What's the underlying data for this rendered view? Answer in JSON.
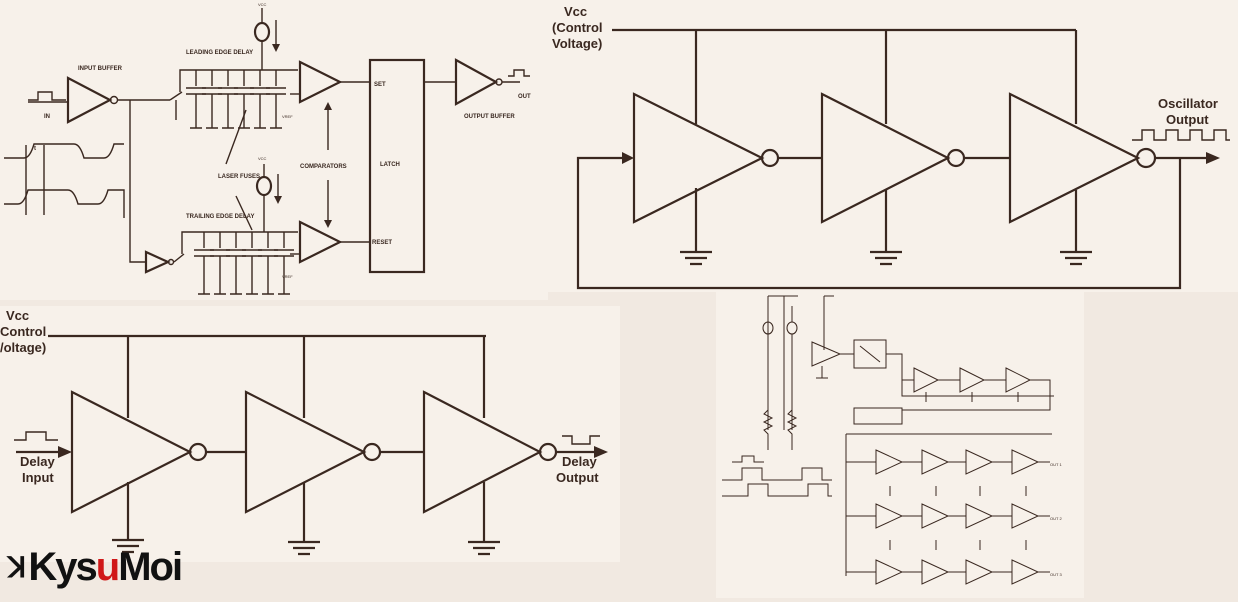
{
  "panels": {
    "delay_generator": {
      "labels": {
        "vcc_top": "VCC",
        "vcc_bottom": "VCC",
        "input_buffer": "INPUT BUFFER",
        "in": "IN",
        "leading_delay": "LEADING EDGE DELAY",
        "trailing_delay": "TRAILING EDGE DELAY",
        "laser_fuses": "LASER FUSES",
        "comparators": "COMPARATORS",
        "latch": "LATCH",
        "set": "SET",
        "reset": "RESET",
        "output_buffer": "OUTPUT BUFFER",
        "out": "OUT",
        "vref_top": "VREF",
        "vref_bottom": "VREF",
        "timing": "t"
      }
    },
    "ring_oscillator": {
      "labels": {
        "vcc_line1": "Vcc",
        "vcc_line2": "(Control",
        "vcc_line3": "Voltage)",
        "output_line1": "Oscillator",
        "output_line2": "Output"
      }
    },
    "delay_line": {
      "labels": {
        "vcc_line1": "Vcc",
        "vcc_line2": "Control",
        "vcc_line3": "/oltage)",
        "input_line1": "Delay",
        "input_line2": "Input",
        "output_line1": "Delay",
        "output_line2": "Output"
      }
    },
    "multi_tap_delay": {
      "labels": {
        "out1": "OUT 1",
        "out2": "OUT 2",
        "out3": "OUT 3"
      }
    }
  },
  "logo": {
    "mark": "ꓘ",
    "text_part1": "Kys",
    "text_accent": "u",
    "text_part2": "Moi"
  },
  "colors": {
    "background": "#f1e9e1",
    "ink": "#3a2820",
    "logo_accent": "#d01818"
  }
}
